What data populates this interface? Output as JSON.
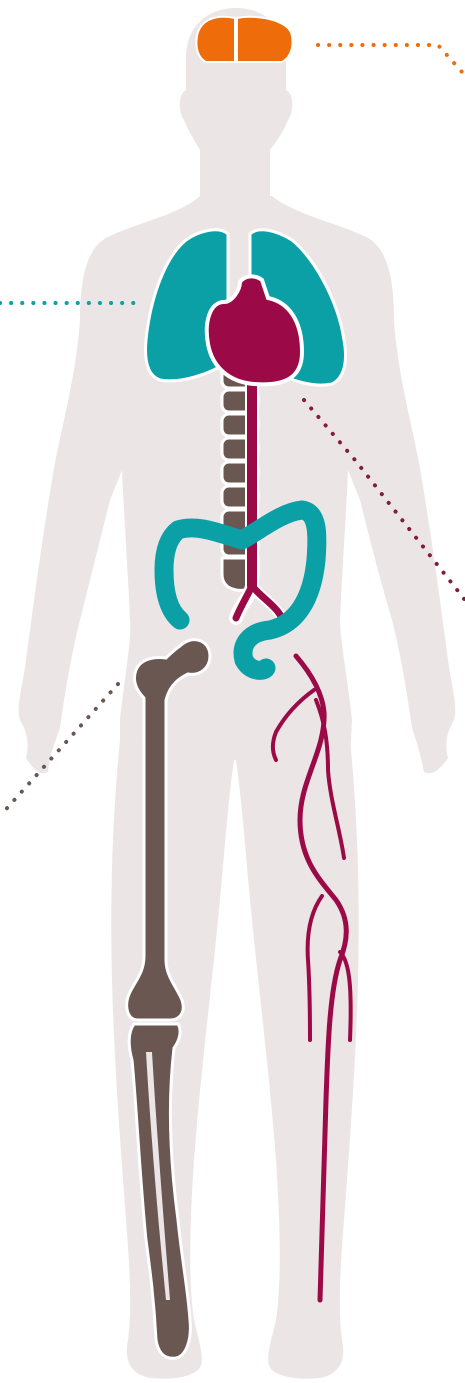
{
  "diagram": {
    "regions": [
      {
        "id": "brain",
        "color": "#ef6c0b"
      },
      {
        "id": "lungs",
        "color": "#0aa0a6"
      },
      {
        "id": "heart-and-arteries",
        "color": "#9b0a46"
      },
      {
        "id": "spine-and-leg-bones",
        "color": "#6b5752"
      },
      {
        "id": "intestines",
        "color": "#0aa0a6"
      }
    ],
    "body_color": "#ebe5e6",
    "callouts": [
      {
        "id": "brain-callout",
        "color": "#ef6c0b"
      },
      {
        "id": "lungs-callout",
        "color": "#0aa0a6"
      },
      {
        "id": "heart-callout",
        "color": "#7e1d3c"
      },
      {
        "id": "bone-callout",
        "color": "#6b5752"
      }
    ]
  }
}
